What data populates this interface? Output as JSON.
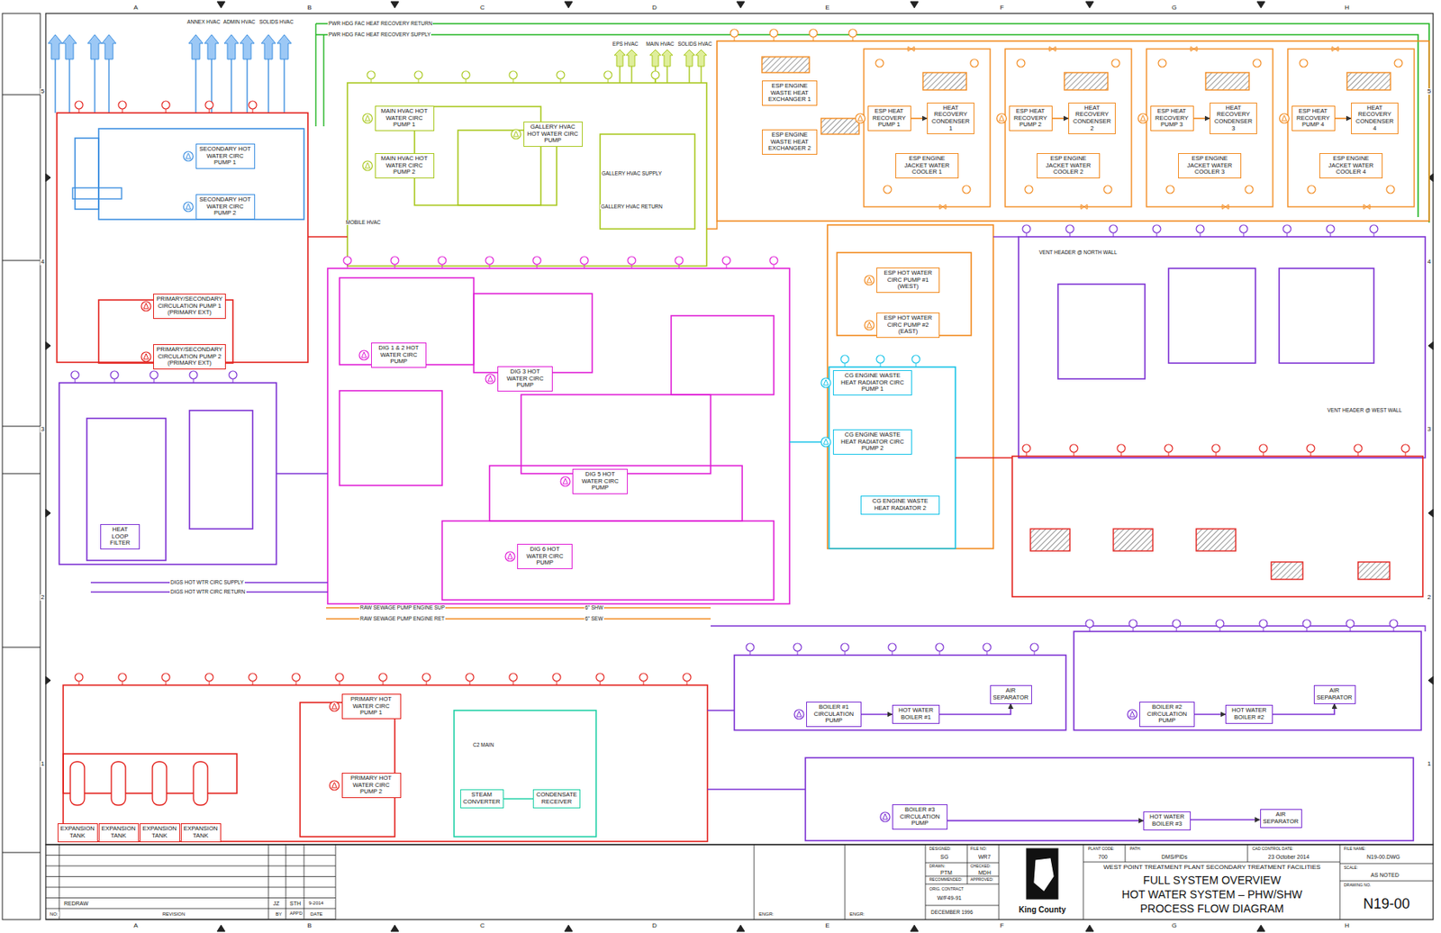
{
  "diagram": {
    "title": "FULL SYSTEM OVERVIEW",
    "nodes": [
      {
        "text": [
          "BOILER #1 CIRCULATION PUMP"
        ]
      },
      {
        "text": [
          "HOT WATER BOILER #1"
        ]
      },
      {
        "text": [
          "AIR SEPARATOR"
        ]
      },
      {
        "text": [
          "BOILER #2 CIRCULATION PUMP"
        ]
      },
      {
        "text": [
          "HOT WATER BOILER #2"
        ]
      },
      {
        "text": [
          "AIR SEPARATOR"
        ]
      },
      {
        "text": [
          "BOILER #3 CIRCULATION PUMP"
        ]
      },
      {
        "text": [
          "HOT WATER BOILER #3"
        ]
      },
      {
        "text": [
          "AIR SEPARATOR"
        ]
      },
      {
        "text": [
          "EXPANSION TANK"
        ]
      },
      {
        "text": [
          "EXPANSION TANK"
        ]
      },
      {
        "text": [
          "EXPANSION TANK"
        ]
      },
      {
        "text": [
          "EXPANSION TANK"
        ]
      },
      {
        "text": [
          "PRIMARY HOT WATER CIRC PUMP 1"
        ]
      },
      {
        "text": [
          "PRIMARY HOT WATER CIRC PUMP 2"
        ]
      },
      {
        "text": [
          "STEAM CONVERTER"
        ]
      },
      {
        "text": [
          "CONDENSATE RECEIVER"
        ]
      },
      {
        "text": [
          "CG ENGINE WASTE HEAT RADIATOR CIRC PUMP 1"
        ]
      },
      {
        "text": [
          "CG ENGINE WASTE HEAT RADIATOR CIRC PUMP 2"
        ]
      },
      {
        "text": [
          "CG ENGINE WASTE HEAT RADIATOR 2"
        ]
      },
      {
        "text": [
          "ESP ENGINE WASTE HEAT EXCHANGER 1"
        ]
      },
      {
        "text": [
          "ESP ENGINE WASTE HEAT EXCHANGER 2"
        ]
      },
      {
        "text": [
          "ESP HOT WATER CIRC PUMP #1 (WEST)"
        ]
      },
      {
        "text": [
          "ESP HOT WATER CIRC PUMP #2 (EAST)"
        ]
      },
      {
        "text": [
          "ESP HEAT RECOVERY PUMP 1"
        ]
      },
      {
        "text": [
          "HEAT RECOVERY CONDENSER 1"
        ]
      },
      {
        "text": [
          "ESP ENGINE JACKET WATER COOLER 1"
        ]
      },
      {
        "text": [
          "ESP HEAT RECOVERY PUMP 2"
        ]
      },
      {
        "text": [
          "HEAT RECOVERY CONDENSER 2"
        ]
      },
      {
        "text": [
          "ESP ENGINE JACKET WATER COOLER 2"
        ]
      },
      {
        "text": [
          "ESP HEAT RECOVERY PUMP 3"
        ]
      },
      {
        "text": [
          "HEAT RECOVERY CONDENSER 3"
        ]
      },
      {
        "text": [
          "ESP ENGINE JACKET WATER COOLER 3"
        ]
      },
      {
        "text": [
          "ESP HEAT RECOVERY PUMP 4"
        ]
      },
      {
        "text": [
          "HEAT RECOVERY CONDENSER 4"
        ]
      },
      {
        "text": [
          "ESP ENGINE JACKET WATER COOLER 4"
        ]
      },
      {
        "text": [
          "MAIN HVAC HOT WATER CIRC PUMP 1"
        ]
      },
      {
        "text": [
          "MAIN HVAC HOT WATER CIRC PUMP 2"
        ]
      },
      {
        "text": [
          "GALLERY HVAC HOT WATER CIRC PUMP"
        ]
      },
      {
        "text": [
          "SECONDARY HOT WATER CIRC PUMP 1"
        ]
      },
      {
        "text": [
          "SECONDARY HOT WATER CIRC PUMP 2"
        ]
      },
      {
        "text": [
          "PRIMARY/SECONDARY CIRCULATION PUMP 1 (PRIMARY EXT)"
        ]
      },
      {
        "text": [
          "PRIMARY/SECONDARY CIRCULATION PUMP 2 (PRIMARY EXT)"
        ]
      },
      {
        "text": [
          "DIG 1 & 2 HOT WATER CIRC PUMP"
        ]
      },
      {
        "text": [
          "DIG 3 HOT WATER CIRC PUMP"
        ]
      },
      {
        "text": [
          "DIG 5 HOT WATER CIRC PUMP"
        ]
      },
      {
        "text": [
          "DIG 6 HOT WATER CIRC PUMP"
        ]
      },
      {
        "text": [
          "HEAT LOOP FILTER"
        ]
      }
    ],
    "edges": [
      {
        "from": 0,
        "to": 1,
        "arrow": "to"
      },
      {
        "from": 1,
        "to": 2,
        "arrow": "to"
      },
      {
        "from": 3,
        "to": 4,
        "arrow": "to"
      },
      {
        "from": 4,
        "to": 5,
        "arrow": "to"
      },
      {
        "from": 6,
        "to": 7,
        "arrow": "to"
      },
      {
        "from": 7,
        "to": 8,
        "arrow": "to"
      },
      {
        "from": 15,
        "to": 16,
        "arrow": "none"
      },
      {
        "from": 24,
        "to": 25,
        "arrow": "to"
      },
      {
        "from": 27,
        "to": 28,
        "arrow": "to"
      },
      {
        "from": 30,
        "to": 31,
        "arrow": "to"
      },
      {
        "from": 33,
        "to": 34,
        "arrow": "to"
      }
    ],
    "labels": [
      "A",
      "B",
      "C",
      "D",
      "E",
      "F",
      "G",
      "H",
      "A",
      "B",
      "C",
      "D",
      "E",
      "F",
      "G",
      "H",
      "5",
      "4",
      "3",
      "2",
      "1",
      "5",
      "4",
      "3",
      "2",
      "1",
      "PWR HDG FAC HEAT RECOVERY RETURN",
      "PWR HDG FAC HEAT RECOVERY SUPPLY",
      "ANNEX HVAC",
      "ADMIN HVAC",
      "SOLIDS HVAC",
      "EPS HVAC",
      "MAIN HVAC",
      "SOLIDS HVAC",
      "MOBILE HVAC",
      "GALLERY HVAC SUPPLY",
      "GALLERY HVAC RETURN",
      "DIGS HOT WTR CIRC SUPPLY",
      "DIGS HOT WTR CIRC RETURN",
      "RAW SEWAGE PUMP ENGINE SUP",
      "RAW SEWAGE PUMP ENGINE RET",
      "6\" SHW",
      "6\" SEW",
      "C2 MAIN",
      "VENT HEADER @ NORTH WALL",
      "VENT HEADER @ WEST WALL",
      "REDRAW",
      "JZ",
      "STH",
      "9-2014",
      "NO:",
      "REVISION",
      "BY",
      "APP'D",
      "DATE",
      "ENGR:",
      "ENGR:",
      "DESIGNED:",
      "SG",
      "FILE NO:",
      "WR7",
      "DRAWN:",
      "PTM",
      "CHECKED:",
      "MDH",
      "RECOMMENDED:",
      "APPROVED:",
      "ORIG. CONTRACT",
      "W/F49-91",
      "DECEMBER 1996",
      "PLANT CODE:",
      "700",
      "PATH:",
      "DMS/PIDs",
      "CAD CONTROL DATE:",
      "23 October 2014",
      "FILE NAME:",
      "N19-00.DWG",
      "SCALE:",
      "AS NOTED",
      "DRAWING NO.",
      "N19-00",
      "WEST POINT TREATMENT PLANT SECONDARY TREATMENT FACILITIES",
      "HOT WATER SYSTEM – PHW/SHW",
      "PROCESS FLOW DIAGRAM",
      "King County"
    ]
  }
}
